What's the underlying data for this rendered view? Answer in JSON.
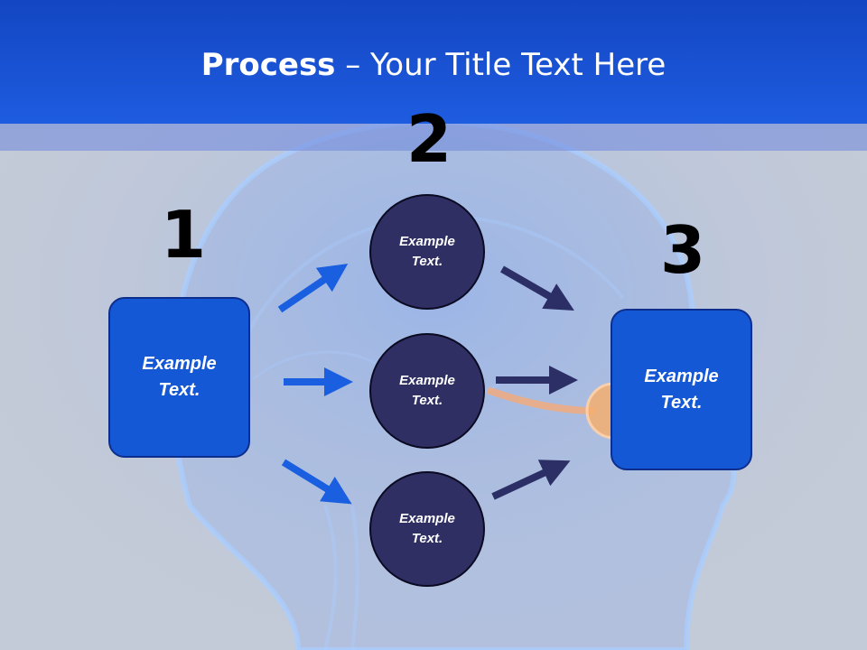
{
  "title": {
    "bold": "Process",
    "rest": " – Your Title Text Here"
  },
  "steps": [
    {
      "number": "1",
      "label": "Example\nText."
    },
    {
      "number": "2",
      "labels": [
        "Example\nText.",
        "Example\nText.",
        "Example\nText."
      ]
    },
    {
      "number": "3",
      "label": "Example\nText."
    }
  ],
  "colors": {
    "header": "#1a55d6",
    "box": "#1558d6",
    "circle": "#2f2f63",
    "arrow_blue": "#1a5fe0",
    "arrow_navy": "#2c2f66"
  }
}
